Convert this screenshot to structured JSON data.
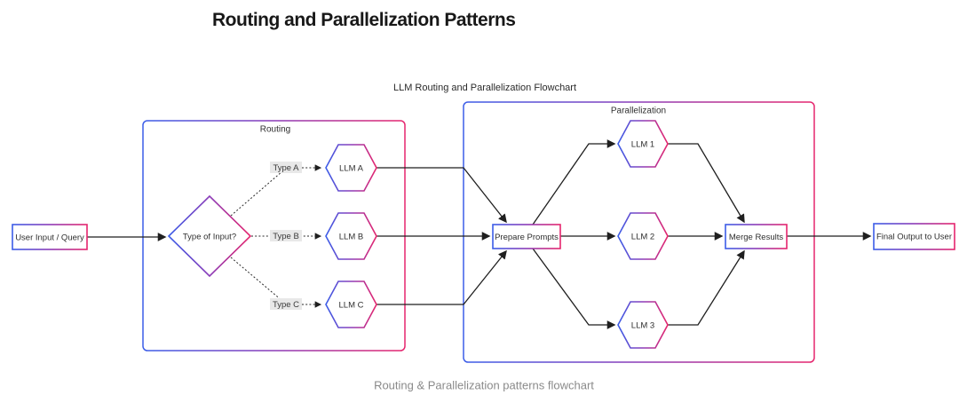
{
  "title": "Routing and Parallelization Patterns",
  "subtitle": "LLM Routing and Parallelization Flowchart",
  "caption": "Routing & Parallelization patterns flowchart",
  "containers": {
    "routing": {
      "label": "Routing"
    },
    "parallelization": {
      "label": "Parallelization"
    }
  },
  "nodes": {
    "user_input": {
      "label": "User Input / Query",
      "shape": "rect"
    },
    "decision": {
      "label": "Type of Input?",
      "shape": "diamond"
    },
    "llm_a": {
      "label": "LLM A",
      "shape": "hexagon"
    },
    "llm_b": {
      "label": "LLM B",
      "shape": "hexagon"
    },
    "llm_c": {
      "label": "LLM C",
      "shape": "hexagon"
    },
    "prepare_prompts": {
      "label": "Prepare Prompts",
      "shape": "rect"
    },
    "llm_1": {
      "label": "LLM 1",
      "shape": "hexagon"
    },
    "llm_2": {
      "label": "LLM 2",
      "shape": "hexagon"
    },
    "llm_3": {
      "label": "LLM 3",
      "shape": "hexagon"
    },
    "merge_results": {
      "label": "Merge Results",
      "shape": "rect"
    },
    "final_output": {
      "label": "Final Output to User",
      "shape": "rect"
    }
  },
  "edge_labels": {
    "type_a": "Type A",
    "type_b": "Type B",
    "type_c": "Type C"
  },
  "edges": [
    {
      "from": "user_input",
      "to": "decision",
      "style": "solid"
    },
    {
      "from": "decision",
      "to": "llm_a",
      "label": "Type A",
      "style": "dotted"
    },
    {
      "from": "decision",
      "to": "llm_b",
      "label": "Type B",
      "style": "dotted"
    },
    {
      "from": "decision",
      "to": "llm_c",
      "label": "Type C",
      "style": "dotted"
    },
    {
      "from": "llm_a",
      "to": "prepare_prompts",
      "style": "solid"
    },
    {
      "from": "llm_b",
      "to": "prepare_prompts",
      "style": "solid"
    },
    {
      "from": "llm_c",
      "to": "prepare_prompts",
      "style": "solid"
    },
    {
      "from": "prepare_prompts",
      "to": "llm_1",
      "style": "solid"
    },
    {
      "from": "prepare_prompts",
      "to": "llm_2",
      "style": "solid"
    },
    {
      "from": "prepare_prompts",
      "to": "llm_3",
      "style": "solid"
    },
    {
      "from": "llm_1",
      "to": "merge_results",
      "style": "solid"
    },
    {
      "from": "llm_2",
      "to": "merge_results",
      "style": "solid"
    },
    {
      "from": "llm_3",
      "to": "merge_results",
      "style": "solid"
    },
    {
      "from": "merge_results",
      "to": "final_output",
      "style": "solid"
    }
  ],
  "colors": {
    "gradient_start_blue": "#3b5de8",
    "gradient_end_pink": "#e6256d",
    "edge_color": "#1f1f1f",
    "edge_label_bg": "#e8e8e8",
    "caption_gray": "#8a8a8a",
    "title_color": "#181818"
  }
}
